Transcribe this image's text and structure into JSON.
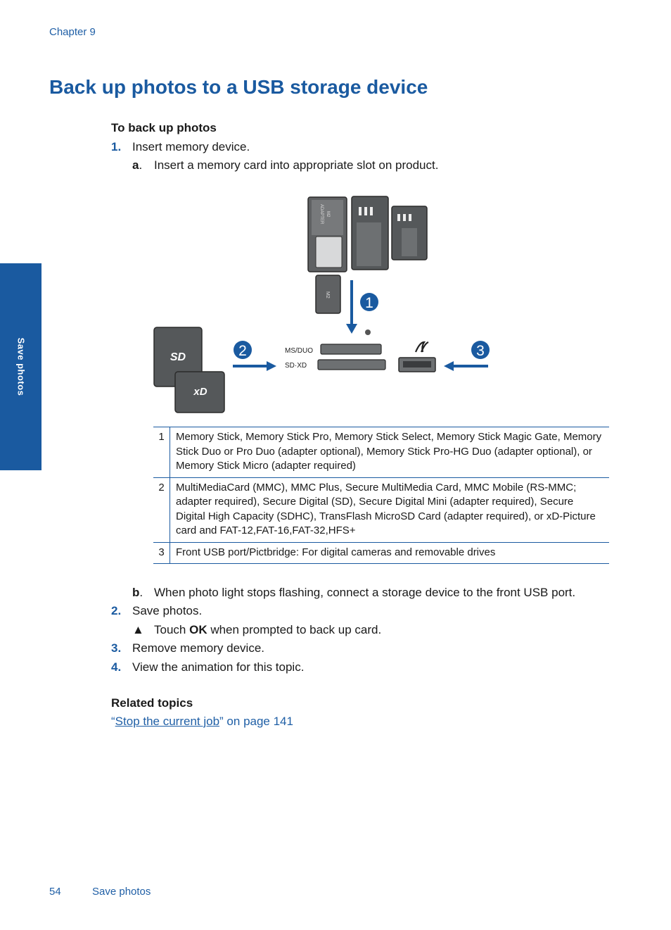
{
  "header": {
    "chapter": "Chapter 9"
  },
  "title": "Back up photos to a USB storage device",
  "side_tab": "Save photos",
  "procedure": {
    "heading": "To back up photos",
    "step1": {
      "num": "1.",
      "text": "Insert memory device."
    },
    "step1a": {
      "label": "a",
      "text": "Insert a memory card into appropriate slot on product."
    },
    "step1b": {
      "label": "b",
      "text": "When photo light stops flashing, connect a storage device to the front USB port."
    },
    "step2": {
      "num": "2.",
      "text": "Save photos."
    },
    "step2_bullet": {
      "marker": "▲",
      "pre": "Touch ",
      "bold": "OK",
      "post": " when prompted to back up card."
    },
    "step3": {
      "num": "3.",
      "text": "Remove memory device."
    },
    "step4": {
      "num": "4.",
      "text": "View the animation for this topic."
    }
  },
  "figure": {
    "slot1_label": "MS/DUO",
    "slot2_label": "SD·XD",
    "callouts": [
      "1",
      "2",
      "3"
    ],
    "card_labels": {
      "sd": "SD",
      "xd": "xD",
      "m2": "M2",
      "adapter": "ADAPTER"
    }
  },
  "legend": [
    {
      "num": "1",
      "text": "Memory Stick, Memory Stick Pro, Memory Stick Select, Memory Stick Magic Gate, Memory Stick Duo or Pro Duo (adapter optional), Memory Stick Pro-HG Duo (adapter optional), or Memory Stick Micro (adapter required)"
    },
    {
      "num": "2",
      "text": "MultiMediaCard (MMC), MMC Plus, Secure MultiMedia Card, MMC Mobile (RS-MMC; adapter required), Secure Digital (SD), Secure Digital Mini (adapter required), Secure Digital High Capacity (SDHC), TransFlash MicroSD Card (adapter required), or xD-Picture card and FAT-12,FAT-16,FAT-32,HFS+"
    },
    {
      "num": "3",
      "text": "Front USB port/Pictbridge: For digital cameras and removable drives"
    }
  ],
  "related": {
    "heading": "Related topics",
    "open_quote": "“",
    "link_text": "Stop the current job",
    "suffix": "” on page 141"
  },
  "footer": {
    "page": "54",
    "section": "Save photos"
  },
  "colors": {
    "accent": "#1a5aa0",
    "link": "#1f5fa6"
  }
}
